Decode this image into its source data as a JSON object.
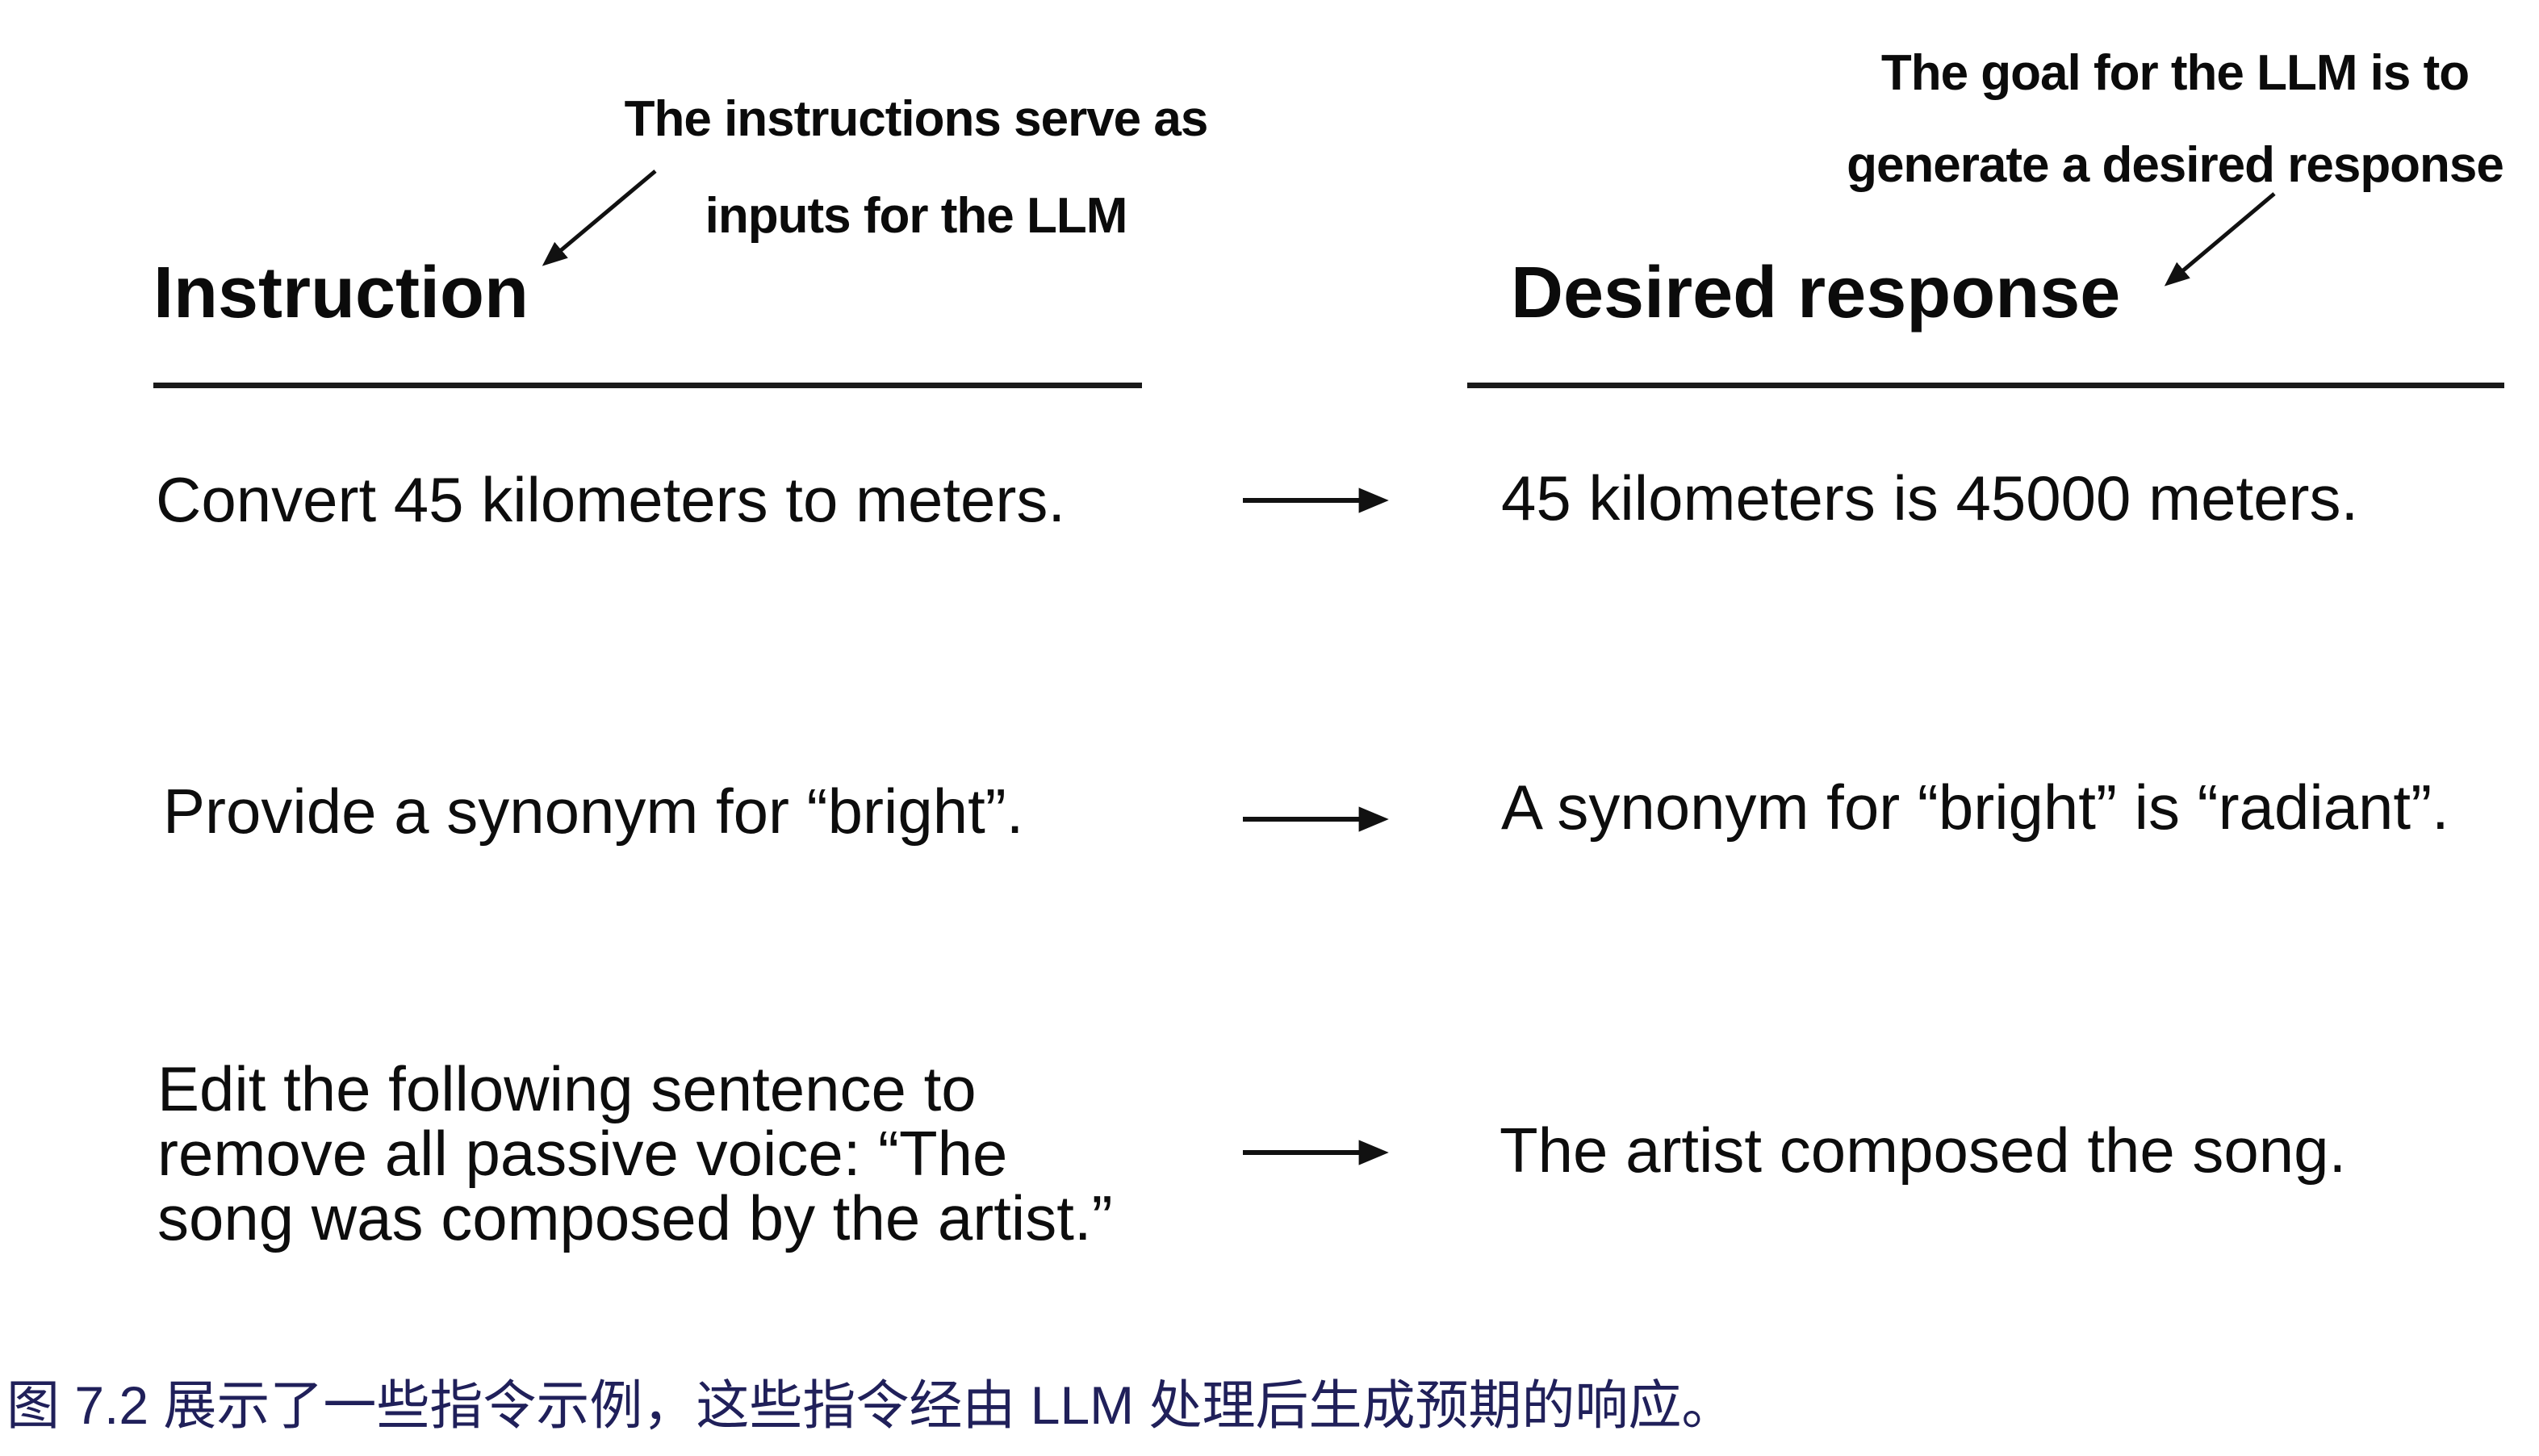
{
  "page": {
    "background": "#ffffff",
    "text_color": "#0d0d0d",
    "caption_color": "#20205a"
  },
  "annotations": {
    "left": {
      "line1": "The instructions serve as",
      "line2": "inputs for the LLM"
    },
    "right": {
      "line1": "The goal for the LLM is to",
      "line2": "generate a desired response"
    }
  },
  "columns": {
    "left_header": "Instruction",
    "right_header": "Desired response"
  },
  "rows": [
    {
      "instruction": "Convert 45 kilometers to meters.",
      "response": "45 kilometers is 45000 meters."
    },
    {
      "instruction": "Provide a synonym for “bright”.",
      "response": "A synonym for “bright” is “radiant”."
    },
    {
      "instruction": "Edit the following sentence to remove all passive voice: “The song was composed by the artist.”",
      "response": "The artist composed the song."
    }
  ],
  "caption": "图 7.2 展示了一些指令示例，这些指令经由 LLM 处理后生成预期的响应。"
}
